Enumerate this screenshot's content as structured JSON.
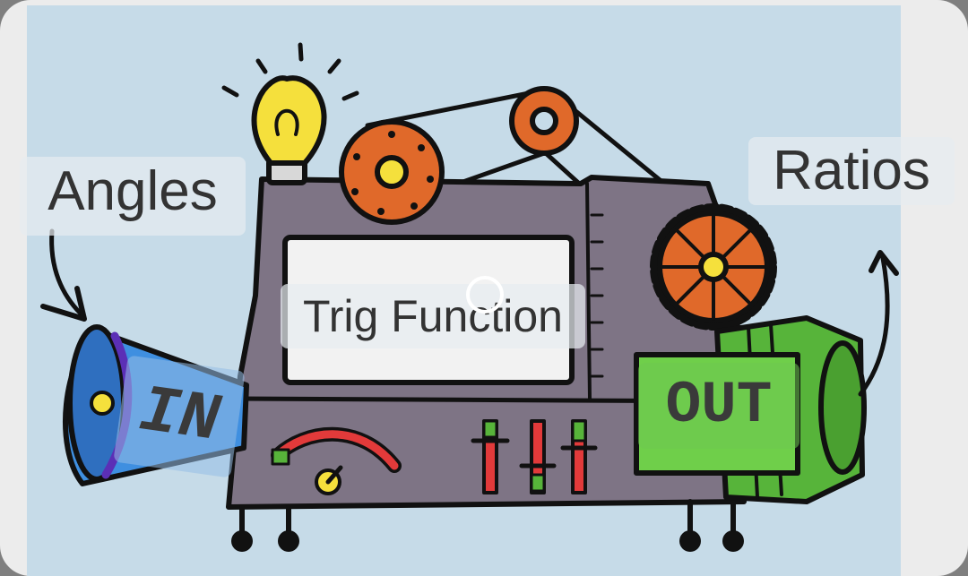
{
  "diagram": {
    "labels": {
      "input": "Angles",
      "output": "Ratios",
      "machine": "Trig Function",
      "in_tag": "IN",
      "out_tag": "OUT"
    }
  },
  "colors": {
    "background": "#c6dbe8",
    "machine_body": "#7e7485",
    "gear": "#e0692a",
    "bulb": "#f5e03c",
    "funnel": "#3f8fe0",
    "out_body": "#57b43a",
    "outline": "#111111"
  }
}
